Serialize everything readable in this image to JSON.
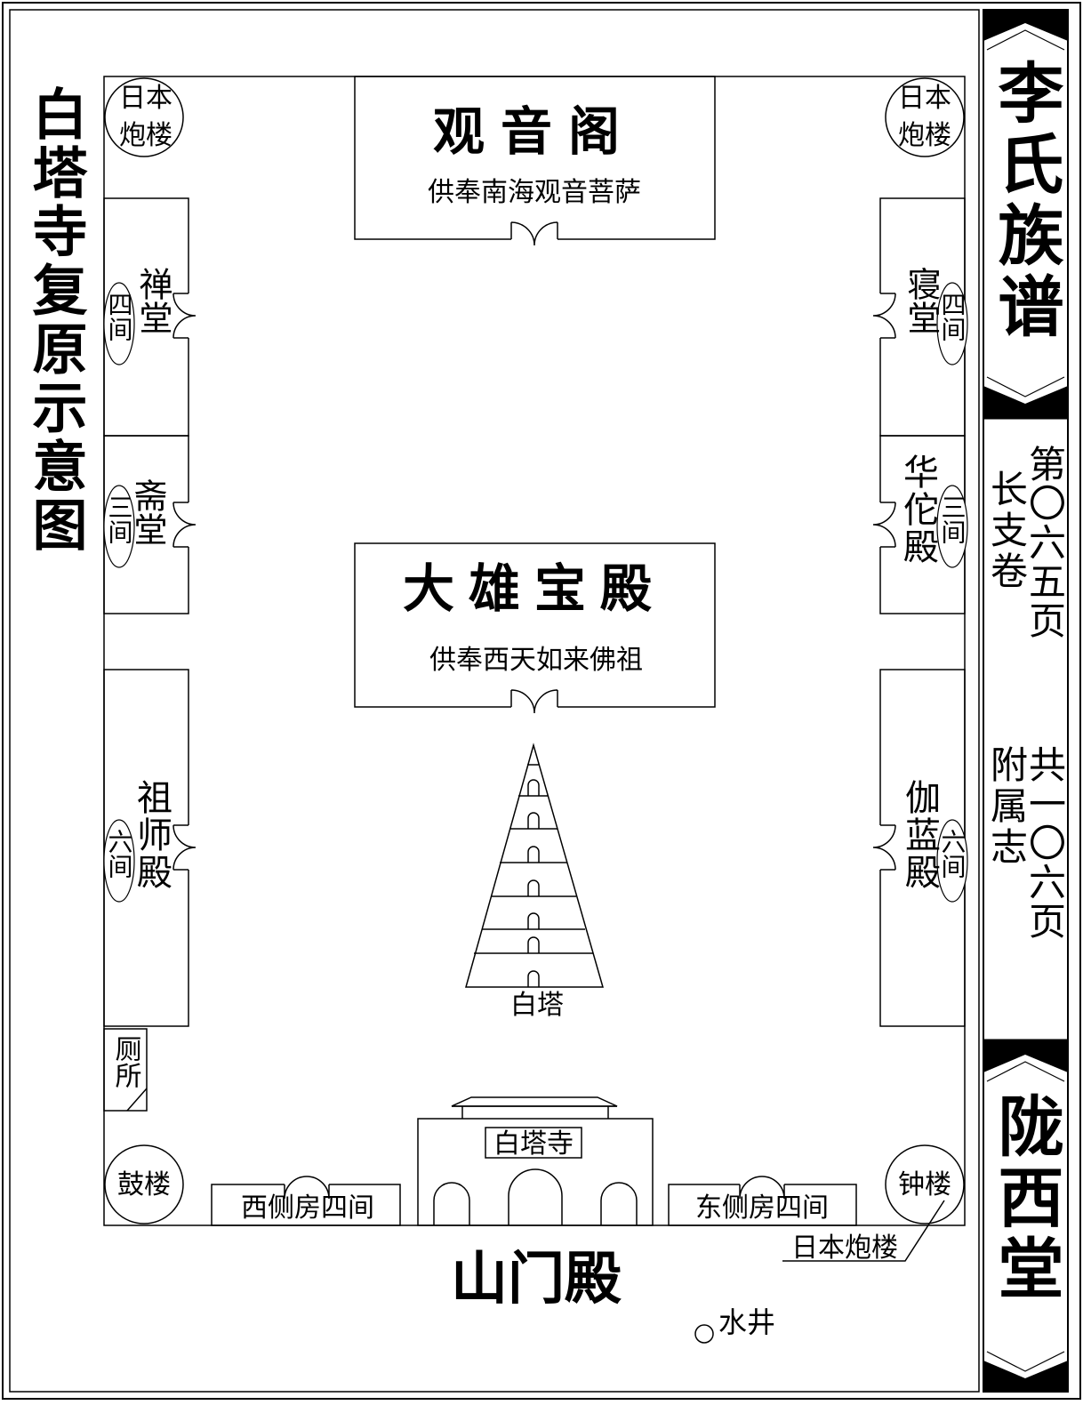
{
  "title": "白塔寺复原示意图",
  "side_panel": {
    "top_title": "李氏族谱",
    "col_right": "第〇六五页",
    "col_left": "长支卷",
    "col_right_2": "共一〇六页",
    "col_left_2": "附属志",
    "bottom_title": "陇西堂"
  },
  "buildings": {
    "guanyin_ge": {
      "name": "观音阁",
      "desc": "供奉南海观音菩萨"
    },
    "daxiong_baodian": {
      "name": "大雄宝殿",
      "desc": "供奉西天如来佛祖"
    },
    "chan_tang": {
      "name": "禅堂",
      "rooms": "四间"
    },
    "zhai_tang": {
      "name": "斋堂",
      "rooms": "三间"
    },
    "zushi_dian": {
      "name": "祖师殿",
      "rooms": "六间"
    },
    "qin_tang": {
      "name": "寝堂",
      "rooms": "四间"
    },
    "huatuo_dian": {
      "name": "华佗殿",
      "rooms": "三间"
    },
    "jialan_dian": {
      "name": "伽蓝殿",
      "rooms": "六间"
    },
    "cesuo": {
      "name": "厕所"
    },
    "west_side": {
      "name": "西侧房四间"
    },
    "east_side": {
      "name": "东侧房四间"
    },
    "shanmen_dian": {
      "name": "山门殿",
      "plaque": "白塔寺"
    }
  },
  "towers": {
    "nw": {
      "line1": "日本",
      "line2": "炮楼"
    },
    "ne": {
      "line1": "日本",
      "line2": "炮楼"
    },
    "drum": {
      "name": "鼓楼"
    },
    "bell": {
      "name": "钟楼"
    },
    "outside": {
      "name": "日本炮楼"
    }
  },
  "pagoda": {
    "name": "白塔"
  },
  "well": {
    "name": "水井"
  }
}
